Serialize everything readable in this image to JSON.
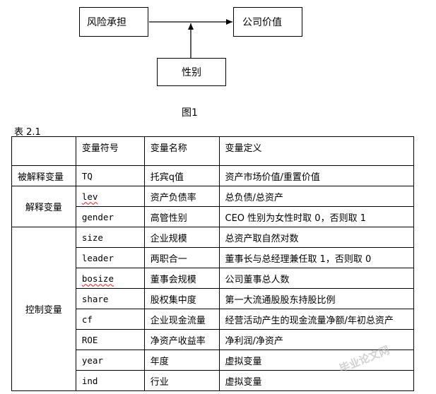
{
  "figure": {
    "boxes": {
      "risk": "风险承担",
      "value": "公司价值",
      "gender": "性别"
    },
    "caption": "图1"
  },
  "table": {
    "caption": "表 2.1",
    "headers": [
      "变量符号",
      "变量名称",
      "变量定义"
    ],
    "groups": {
      "explained": "被解释变量",
      "explanatory": "解释变量",
      "control": "控制变量"
    },
    "rows": [
      {
        "symbol": "TQ",
        "name": "托宾q值",
        "definition": "资产市场价值/重置价值"
      },
      {
        "symbol": "lev",
        "name": "资产负债率",
        "definition": "总负债/总资产"
      },
      {
        "symbol": "gender",
        "name": "高管性别",
        "definition": "CEO 性别为女性时取 0，否则取 1"
      },
      {
        "symbol": "size",
        "name": "企业规模",
        "definition": "总资产取自然对数"
      },
      {
        "symbol": "leader",
        "name": "两职合一",
        "definition": "董事长与总经理兼任取 1，否则取 0"
      },
      {
        "symbol": "bosize",
        "name": "董事会规模",
        "definition": "公司董事总人数"
      },
      {
        "symbol": "share",
        "name": "股权集中度",
        "definition": "第一大流通股股东持股比例"
      },
      {
        "symbol": "cf",
        "name": "企业现金流量",
        "definition": "经营活动产生的现金流量净额/年初总资产"
      },
      {
        "symbol": "ROE",
        "name": "净资产收益率",
        "definition": "净利润/净资产"
      },
      {
        "symbol": "year",
        "name": "年度",
        "definition": "虚拟变量"
      },
      {
        "symbol": "ind",
        "name": "行业",
        "definition": "虚拟变量"
      }
    ]
  },
  "watermark": "毕业论文网"
}
